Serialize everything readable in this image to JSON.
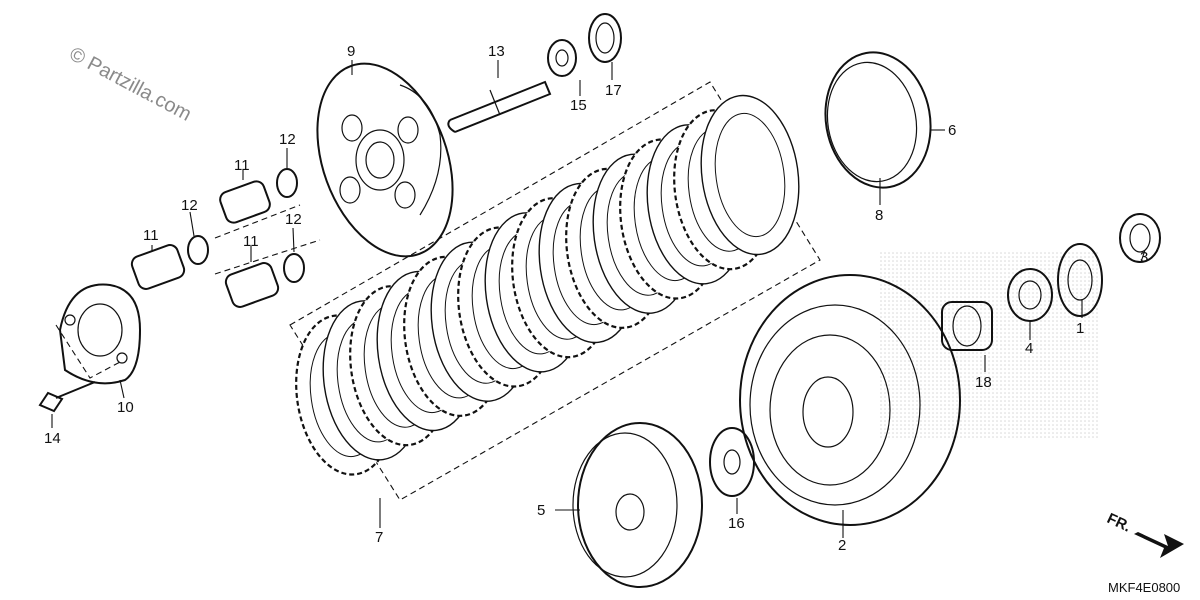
{
  "watermark": "© Partzilla.com",
  "diagram_code": "MKF4E0800",
  "direction_label": "FR.",
  "callouts": [
    "1",
    "2",
    "3",
    "4",
    "5",
    "6",
    "7",
    "8",
    "9",
    "10",
    "11",
    "11",
    "11",
    "12",
    "12",
    "12",
    "13",
    "14",
    "15",
    "16",
    "17",
    "18"
  ]
}
